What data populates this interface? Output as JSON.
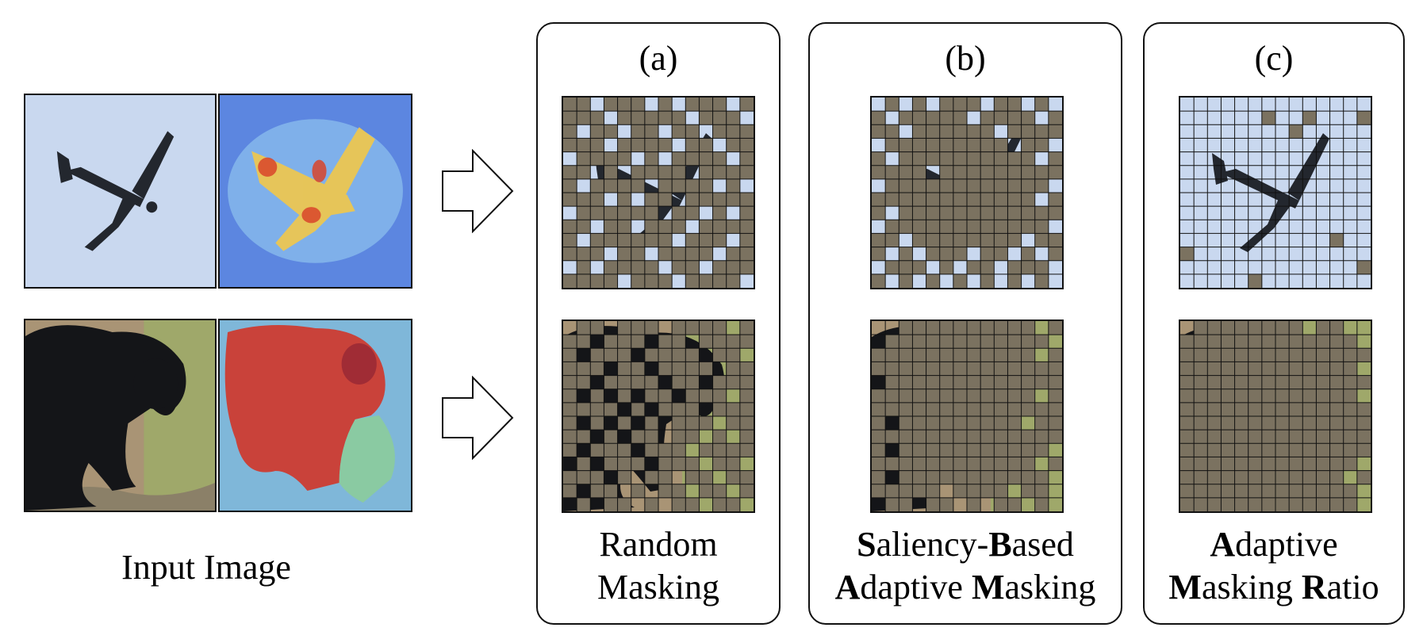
{
  "input": {
    "label": "Input Image"
  },
  "panels": [
    {
      "letter": "(a)",
      "caption_lines": [
        [
          {
            "text": "Random",
            "bold": false
          }
        ],
        [
          {
            "text": "Masking",
            "bold": false
          }
        ]
      ]
    },
    {
      "letter": "(b)",
      "caption_lines": [
        [
          {
            "text": "S",
            "bold": true
          },
          {
            "text": "aliency-",
            "bold": false
          },
          {
            "text": "B",
            "bold": true
          },
          {
            "text": "ased",
            "bold": false
          }
        ],
        [
          {
            "text": "A",
            "bold": true
          },
          {
            "text": "daptive ",
            "bold": false
          },
          {
            "text": "M",
            "bold": true
          },
          {
            "text": "asking",
            "bold": false
          }
        ]
      ]
    },
    {
      "letter": "(c)",
      "caption_lines": [
        [
          {
            "text": "A",
            "bold": true
          },
          {
            "text": "daptive",
            "bold": false
          }
        ],
        [
          {
            "text": "M",
            "bold": true
          },
          {
            "text": "asking ",
            "bold": false
          },
          {
            "text": "R",
            "bold": true
          },
          {
            "text": "atio",
            "bold": false
          }
        ]
      ]
    }
  ],
  "colors": {
    "mask_patch": "#7b7260",
    "sky": "#c9d8ef",
    "grid_line": "#111111"
  },
  "masks": {
    "grid_size": 14,
    "plane_random": [
      "11011101011101",
      "11101111101110",
      "10110110110111",
      "11101111011011",
      "01111010111101",
      "11010111101111",
      "10111101111010",
      "11101011011111",
      "01111110110101",
      "11011011101111",
      "10111111011101",
      "11101101111011",
      "01011110110111",
      "11110111011110"
    ],
    "plane_saliency": [
      "01010111011010",
      "10111110111101",
      "11011111101111",
      "01111111110110",
      "10111111111101",
      "11110111111111",
      "01111111111110",
      "11111111111101",
      "10111111111111",
      "01111111111110",
      "11011111111011",
      "10101110110101",
      "01110101101110",
      "10101010101010"
    ],
    "plane_adaptive": [
      "00000000000000",
      "00000010010001",
      "00000000100000",
      "00000000000000",
      "00000000000000",
      "00000000000000",
      "00000000000000",
      "00000000000000",
      "00000000000000",
      "00000000000000",
      "00000000000100",
      "10000000000000",
      "00000000000001",
      "00000100000000"
    ],
    "bear_random": [
      "01101110111101",
      "11011101101111",
      "10111011110110",
      "11101101111011",
      "11011110110111",
      "10101011011101",
      "11110101110111",
      "10101010111011",
      "11010110110101",
      "10111011101111",
      "01011101110110",
      "11101011011011",
      "10110101101101",
      "01011010110110"
    ],
    "bear_saliency": [
      "00111111111101",
      "01111111111110",
      "11111111111101",
      "11111111111111",
      "01111111111111",
      "11111111111101",
      "11111111111111",
      "10111111111011",
      "11111111111111",
      "10111111111110",
      "11111111111101",
      "10111111111110",
      "11111011110110",
      "01101101011010"
    ],
    "bear_adaptive": [
      "01111111101100",
      "11111111111110",
      "11111111111111",
      "11111111111110",
      "11111111111111",
      "11111111111110",
      "11111111111111",
      "11111111111111",
      "11111111111111",
      "11111111111111",
      "11111111111110",
      "11111111111101",
      "11111111111110",
      "11111111111110"
    ]
  }
}
